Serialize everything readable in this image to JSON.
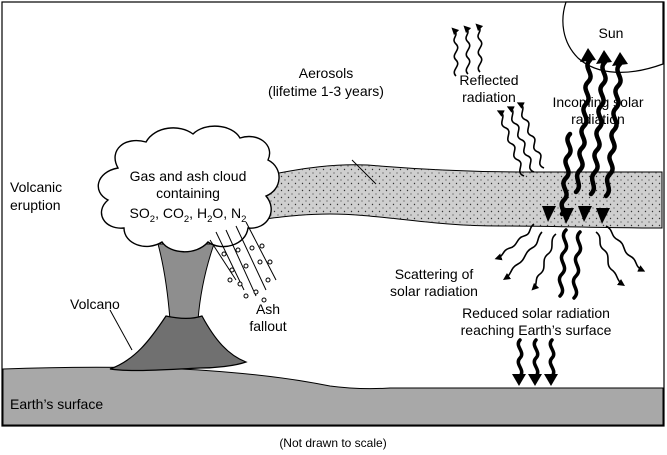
{
  "diagram": {
    "labels": {
      "sun": "Sun",
      "aerosols_line1": "Aerosols",
      "aerosols_line2": "(lifetime 1-3 years)",
      "reflected_line1": "Reflected",
      "reflected_line2": "radiation",
      "incoming_line1": "Incoming solar",
      "incoming_line2": "radiation",
      "volcanic_line1": "Volcanic",
      "volcanic_line2": "eruption",
      "cloud_line1": "Gas and ash cloud",
      "cloud_line2": "containing",
      "scattering_line1": "Scattering of",
      "scattering_line2": "solar radiation",
      "reduced_line1": "Reduced solar radiation",
      "reduced_line2": "reaching Earth’s surface",
      "ash_line1": "Ash",
      "ash_line2": "fallout",
      "volcano": "Volcano",
      "earth_surface": "Earth’s surface",
      "caption": "(Not drawn to scale)"
    },
    "gases": [
      {
        "base": "SO",
        "sub": "2",
        "sep": ", "
      },
      {
        "base": "CO",
        "sub": "2",
        "sep": ", "
      },
      {
        "base": "H",
        "sub": "2",
        "sep": "O, "
      },
      {
        "base": "N",
        "sub": "2",
        "sep": ""
      }
    ],
    "colors": {
      "ground": "#a8a8a8",
      "aerosol_band": "#c8c8c8",
      "volcano": "#777777",
      "ash_column": "#8e8e8e",
      "outline": "#000000",
      "background": "#ffffff"
    }
  }
}
